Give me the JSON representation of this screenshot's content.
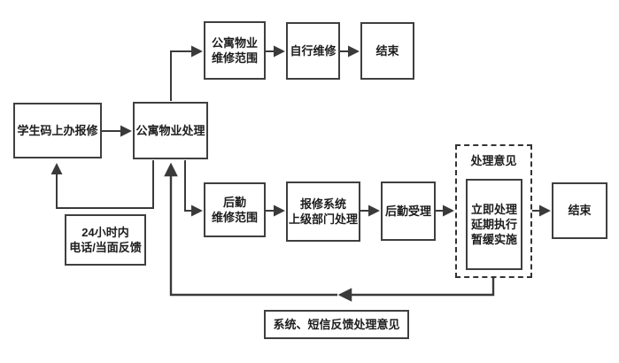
{
  "diagram": {
    "title": "repair-report-flowchart",
    "colors": {
      "line": "#3a3a3a",
      "border": "#3f3f3f",
      "text": "#1c1c1c",
      "background": "#ffffff"
    },
    "nodes": {
      "student_report": {
        "label": "学生码上办报修"
      },
      "apt_handle": {
        "label": "公寓物业处理"
      },
      "apt_scope": {
        "lines": [
          "公寓物业",
          "维修范围"
        ]
      },
      "self_repair": {
        "label": "自行维修"
      },
      "end_top": {
        "label": "结束"
      },
      "logistics_scope": {
        "lines": [
          "后勤",
          "维修范围"
        ]
      },
      "repair_system": {
        "lines": [
          "报修系统",
          "上级部门处理"
        ]
      },
      "logistics_accept": {
        "label": "后勤受理"
      },
      "opinion_group": {
        "title": "处理意见"
      },
      "opinion_options": {
        "lines": [
          "立即处理",
          "延期执行",
          "暂缓实施"
        ]
      },
      "end_right": {
        "label": "结束"
      },
      "feedback_24h": {
        "lines": [
          "24小时内",
          "电话/当面反馈"
        ]
      },
      "feedback_sms": {
        "label": "系统、短信反馈处理意见"
      }
    }
  }
}
